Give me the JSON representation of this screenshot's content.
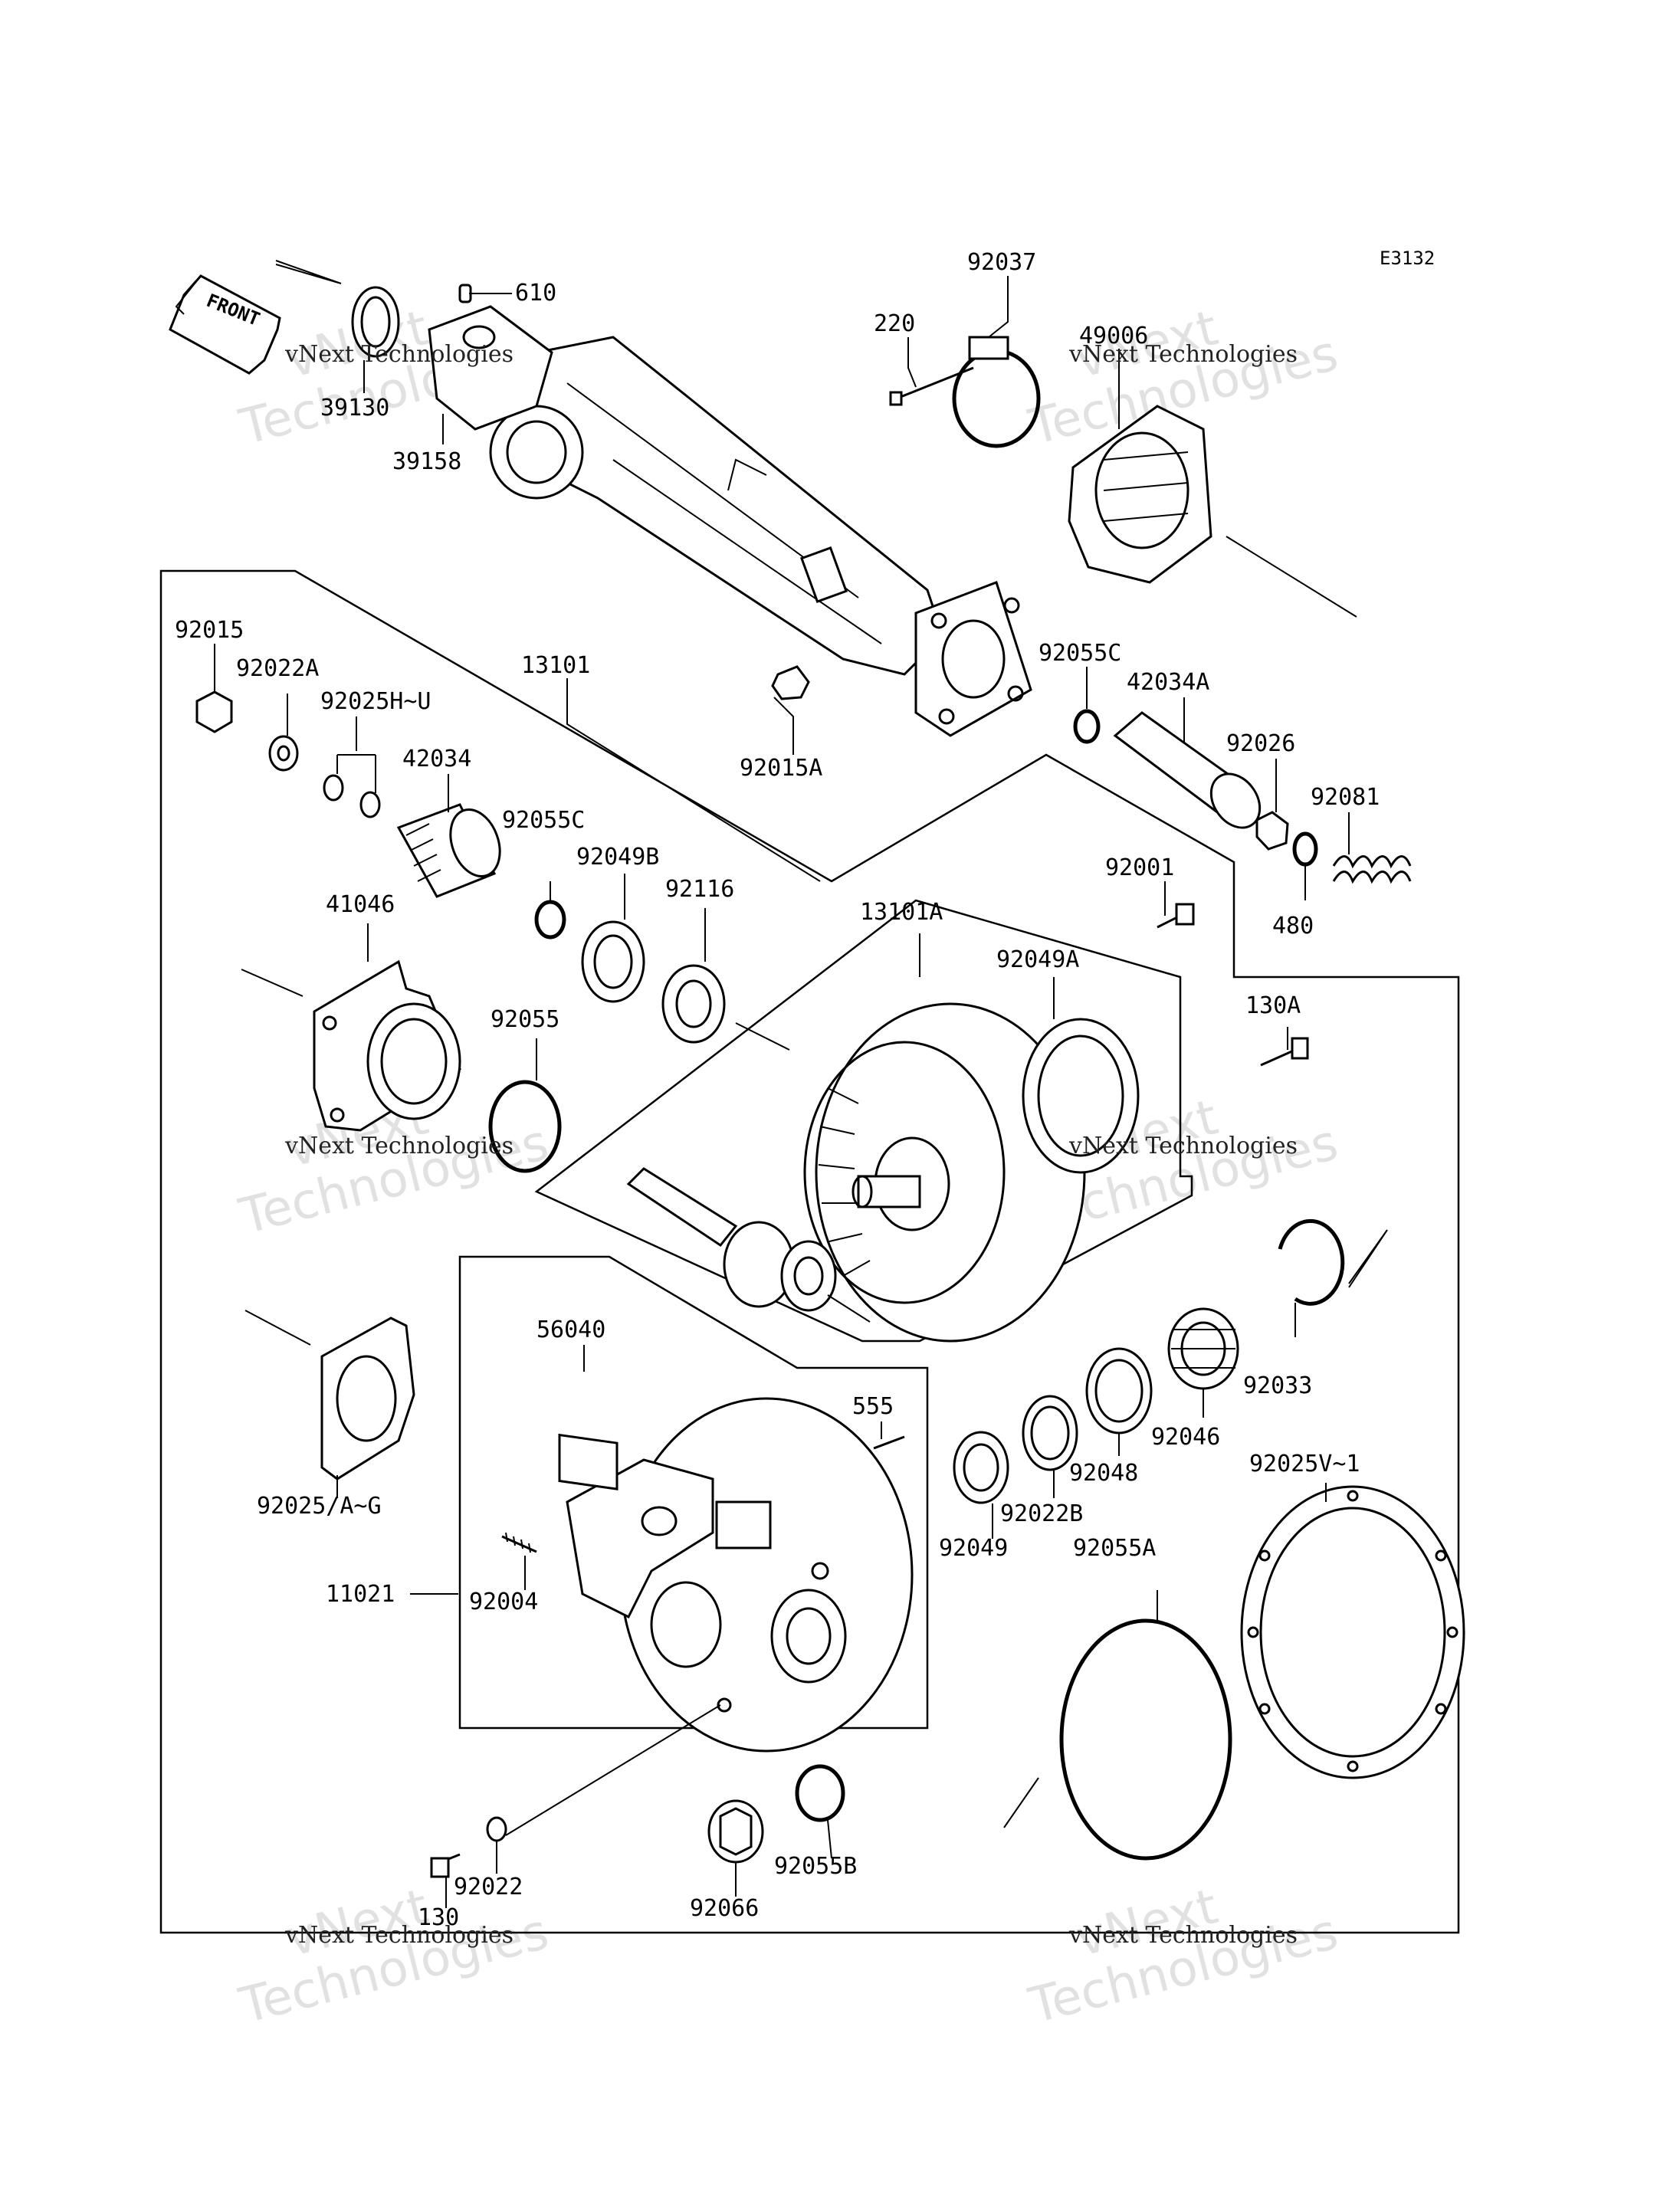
{
  "diagram_code": "E3132",
  "front_label": "FRONT",
  "watermark": {
    "brand": "vNext",
    "line": "vNext Technologies",
    "big": "Technologies"
  },
  "parts": [
    {
      "id": "p610",
      "label": "610"
    },
    {
      "id": "p39130",
      "label": "39130"
    },
    {
      "id": "p39158",
      "label": "39158"
    },
    {
      "id": "p92037",
      "label": "92037"
    },
    {
      "id": "p220",
      "label": "220"
    },
    {
      "id": "p49006",
      "label": "49006"
    },
    {
      "id": "p92015",
      "label": "92015"
    },
    {
      "id": "p92022A",
      "label": "92022A"
    },
    {
      "id": "p92025HU",
      "label": "92025H~U"
    },
    {
      "id": "p13101",
      "label": "13101"
    },
    {
      "id": "p42034",
      "label": "42034"
    },
    {
      "id": "p92015A",
      "label": "92015A"
    },
    {
      "id": "p92055C_top",
      "label": "92055C"
    },
    {
      "id": "p42034A",
      "label": "42034A"
    },
    {
      "id": "p92026",
      "label": "92026"
    },
    {
      "id": "p92081",
      "label": "92081"
    },
    {
      "id": "p92055C",
      "label": "92055C"
    },
    {
      "id": "p92049B",
      "label": "92049B"
    },
    {
      "id": "p92116",
      "label": "92116"
    },
    {
      "id": "p92001",
      "label": "92001"
    },
    {
      "id": "p480",
      "label": "480"
    },
    {
      "id": "p41046",
      "label": "41046"
    },
    {
      "id": "p13101A",
      "label": "13101A"
    },
    {
      "id": "p92049A",
      "label": "92049A"
    },
    {
      "id": "p130A",
      "label": "130A"
    },
    {
      "id": "p92055",
      "label": "92055"
    },
    {
      "id": "p56040",
      "label": "56040"
    },
    {
      "id": "p555",
      "label": "555"
    },
    {
      "id": "p92033",
      "label": "92033"
    },
    {
      "id": "p92046",
      "label": "92046"
    },
    {
      "id": "p92025V1",
      "label": "92025V~1"
    },
    {
      "id": "p92048",
      "label": "92048"
    },
    {
      "id": "p92025AG",
      "label": "92025/A~G"
    },
    {
      "id": "p92022B",
      "label": "92022B"
    },
    {
      "id": "p92049",
      "label": "92049"
    },
    {
      "id": "p92055A",
      "label": "92055A"
    },
    {
      "id": "p11021",
      "label": "11021"
    },
    {
      "id": "p92004",
      "label": "92004"
    },
    {
      "id": "p92022",
      "label": "92022"
    },
    {
      "id": "p130",
      "label": "130"
    },
    {
      "id": "p92055B",
      "label": "92055B"
    },
    {
      "id": "p92066",
      "label": "92066"
    }
  ]
}
